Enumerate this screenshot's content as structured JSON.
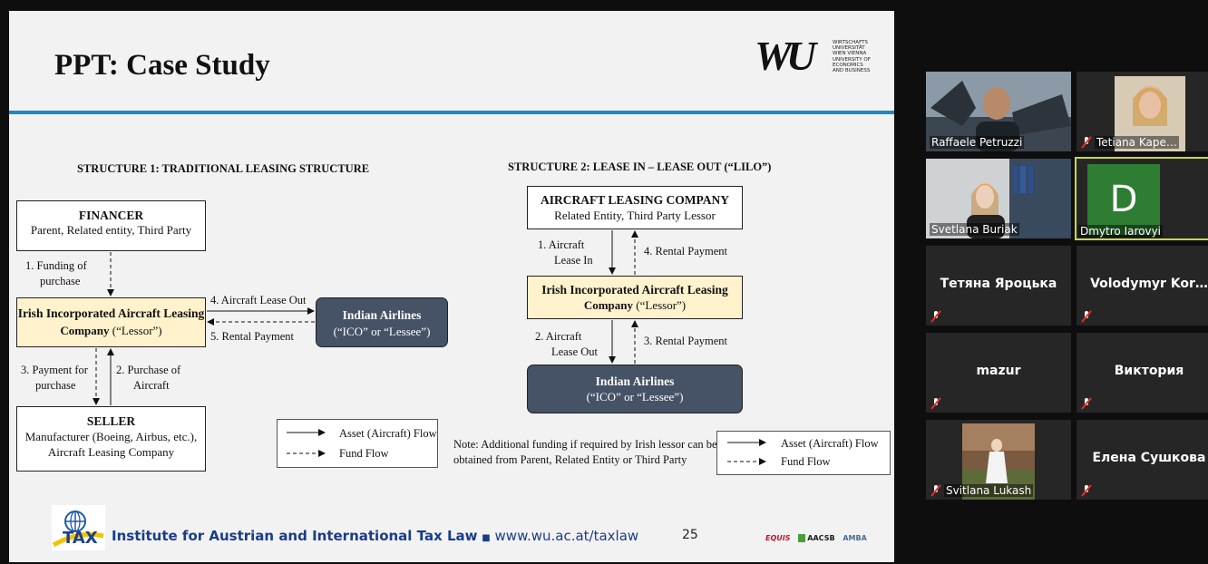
{
  "slide": {
    "title": "PPT: Case Study",
    "wu_logo": {
      "mark": "WU",
      "lines": [
        "WIRTSCHAFTS",
        "UNIVERSITÄT",
        "WIEN VIENNA",
        "UNIVERSITY OF",
        "ECONOMICS",
        "AND BUSINESS"
      ]
    },
    "structure1": {
      "heading": "STRUCTURE 1: TRADITIONAL LEASING STRUCTURE",
      "financer": {
        "title": "FINANCER",
        "sub": "Parent, Related entity, Third Party"
      },
      "lessor": {
        "title": "Irish Incorporated Aircraft Leasing",
        "title2": "Company",
        "suffix": " (“Lessor”)"
      },
      "airline": {
        "title": "Indian Airlines",
        "sub": "(“ICO” or “Lessee”)"
      },
      "seller": {
        "title": "SELLER",
        "sub1": "Manufacturer (Boeing, Airbus, etc.),",
        "sub2": "Aircraft Leasing Company"
      },
      "labels": {
        "funding": "1.  Funding  of",
        "funding2": "purchase",
        "lease_out": "4.  Aircraft Lease Out",
        "rental": "5.  Rental Payment",
        "payment": "3.  Payment  for",
        "payment2": "purchase",
        "purchase": "2.  Purchase of",
        "purchase2": "Aircraft"
      },
      "legend": {
        "asset": "Asset (Aircraft) Flow",
        "fund": "Fund Flow"
      }
    },
    "structure2": {
      "heading": "STRUCTURE 2: LEASE IN – LEASE OUT (“LILO”)",
      "alc": {
        "title": "AIRCRAFT LEASING COMPANY",
        "sub": "Related Entity, Third Party Lessor"
      },
      "lessor": {
        "title": "Irish Incorporated Aircraft Leasing",
        "title2": "Company",
        "suffix": " (“Lessor”)"
      },
      "airline": {
        "title": "Indian Airlines",
        "sub": "(“ICO” or “Lessee”)"
      },
      "labels": {
        "lease_in": "1.  Aircraft",
        "lease_in2": "Lease In",
        "rental4": "4.  Rental Payment",
        "lease_out": "2.  Aircraft",
        "lease_out2": "Lease Out",
        "rental3": "3.  Rental Payment"
      },
      "note1": "Note: Additional funding if required by Irish lessor can be",
      "note2": "obtained from Parent, Related Entity or Third Party",
      "legend": {
        "asset": "Asset (Aircraft) Flow",
        "fund": "Fund Flow"
      }
    },
    "footer": {
      "institute": "Institute for Austrian and International Tax Law",
      "url": "www.wu.ac.at/taxlaw",
      "page": "25",
      "tax_logo": "TAX",
      "badges": [
        "EQUIS",
        "AACSB",
        "AMBA"
      ]
    }
  },
  "participants": [
    {
      "name": "Raffaele Petruzzi",
      "video": true,
      "muted": false
    },
    {
      "name": "Tetiana Kape…",
      "video": true,
      "muted": true
    },
    {
      "name": "Svetlana Buriak",
      "video": true,
      "muted": false
    },
    {
      "name": "Dmytro Iarovyi",
      "avatar": "D",
      "muted": false,
      "active": true
    },
    {
      "name": "Тетяна Яроцька",
      "muted": true
    },
    {
      "name": "Volodymyr  Kor…",
      "muted": true
    },
    {
      "name": "mazur",
      "muted": true
    },
    {
      "name": "Виктория",
      "muted": true
    },
    {
      "name": "Svitlana Lukash",
      "video": true,
      "muted": true
    },
    {
      "name": "Елена Сушкова",
      "muted": true
    }
  ],
  "colors": {
    "accent_rule": "#1e87c8",
    "lessor_fill": "#fff2cc",
    "airline_fill": "#465266",
    "active_border": "#c6d84a",
    "avatar_bg": "#2f7d33"
  }
}
